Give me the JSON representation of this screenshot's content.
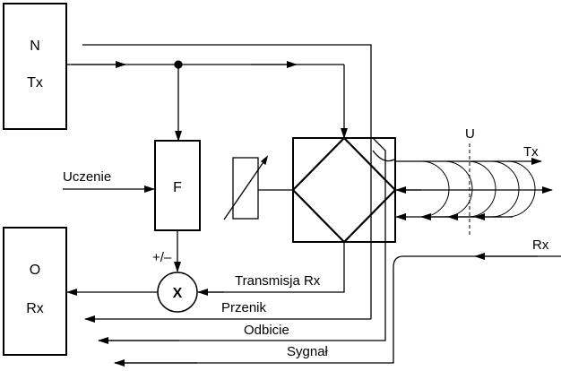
{
  "blocks": {
    "n_tx": {
      "line1": "N",
      "line2": "Tx"
    },
    "o_rx": {
      "line1": "O",
      "line2": "Rx"
    },
    "filter": {
      "label": "F"
    },
    "multiplier": {
      "label": "X"
    }
  },
  "labels": {
    "uczenie": "Uczenie",
    "plus_minus": "+/‒",
    "transmisja_rx": "Transmisja Rx",
    "przenik": "Przenik",
    "odbicie": "Odbicie",
    "sygnal": "Sygnał",
    "u": "U",
    "tx": "Tx",
    "rx": "Rx"
  }
}
